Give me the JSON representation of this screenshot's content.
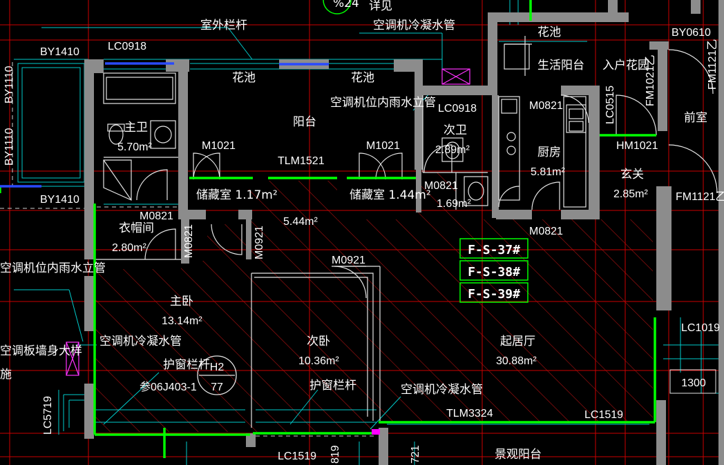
{
  "rooms": {
    "master_bath": "主卫",
    "master_bath_area": "5.70m²",
    "cloakroom": "衣帽间",
    "cloakroom_area": "2.80m²",
    "balcony": "阳台",
    "storage1": "储藏室 1.17m²",
    "storage2": "储藏室 1.44m²",
    "hall_area": "5.44m²",
    "second_bath": "次卫",
    "second_bath_area": "2.89m²",
    "wc_area": "1.69m²",
    "kitchen": "厨房",
    "kitchen_area": "5.81m²",
    "service_balcony": "生活阳台",
    "entry_garden": "入户花园",
    "foyer": "玄关",
    "foyer_area": "2.85m²",
    "front_room": "前室",
    "master_bedroom": "主卧",
    "master_bedroom_area": "13.14m²",
    "second_bedroom": "次卧",
    "second_bedroom_area": "10.36m²",
    "living_room": "起居厅",
    "living_room_area": "30.88m²",
    "view_balcony": "景观阳台"
  },
  "labels": {
    "planter1": "花池",
    "planter2": "花池",
    "planter3": "花池",
    "outdoor_railing": "室外栏杆",
    "ac_condensate_top": "空调机冷凝水管",
    "ac_rain_pipe_mid": "空调机位内雨水立管",
    "ac_rain_pipe_left": "空调机位内雨水立管",
    "ac_condensate_left": "空调机冷凝水管",
    "ac_wall_detail": "空调板墙身大样",
    "window_rail_left": "护窗栏杆",
    "rail_ref": "参06J403-1",
    "window_rail_mid": "护窗栏杆",
    "ac_condensate_bottom": "空调机冷凝水管",
    "detail_top": "详见",
    "top_code": "%24",
    "left_fragment": "施"
  },
  "codes": {
    "by1410_top": "BY1410",
    "by1410_bottom": "BY1410",
    "by1110_a": "BY1110",
    "by1110_b": "BY1110",
    "lc0918_a": "LC0918",
    "lc0918_b": "LC0918",
    "m1021_a": "M1021",
    "m1021_b": "M1021",
    "tlm1521": "TLM1521",
    "m0821_a": "M0821",
    "m0821_b": "M0821",
    "m0821_c": "M0821",
    "m0821_d": "M0821",
    "m0821_e": "M0821",
    "m0921_a": "M0921",
    "m0921_b": "M0921",
    "lc0515": "LC0515",
    "fm1021": "FM1021乙",
    "fm1121_a": "FM1121乙",
    "fm1121_b": "FM1121乙",
    "hm1021": "HM1021",
    "by0610": "BY0610",
    "lc1019": "LC1019",
    "dim_1300": "1300",
    "tlm3324": "TLM3324",
    "lc1519_a": "LC1519",
    "lc1519_b": "LC1519",
    "lc5719": "LC5719",
    "code_819": "819",
    "code_721": "721"
  },
  "tags": {
    "fs37": "F-S-37#",
    "fs38": "F-S-38#",
    "fs39": "F-S-39#",
    "h2": "H2",
    "h2_num": "77"
  },
  "colors": {
    "wall": "#8c8c8c",
    "green": "#00ff00",
    "hatch": "#a01010",
    "grid": "#cc0000",
    "cyan": "#00cccc",
    "blue": "#2a4aff"
  }
}
